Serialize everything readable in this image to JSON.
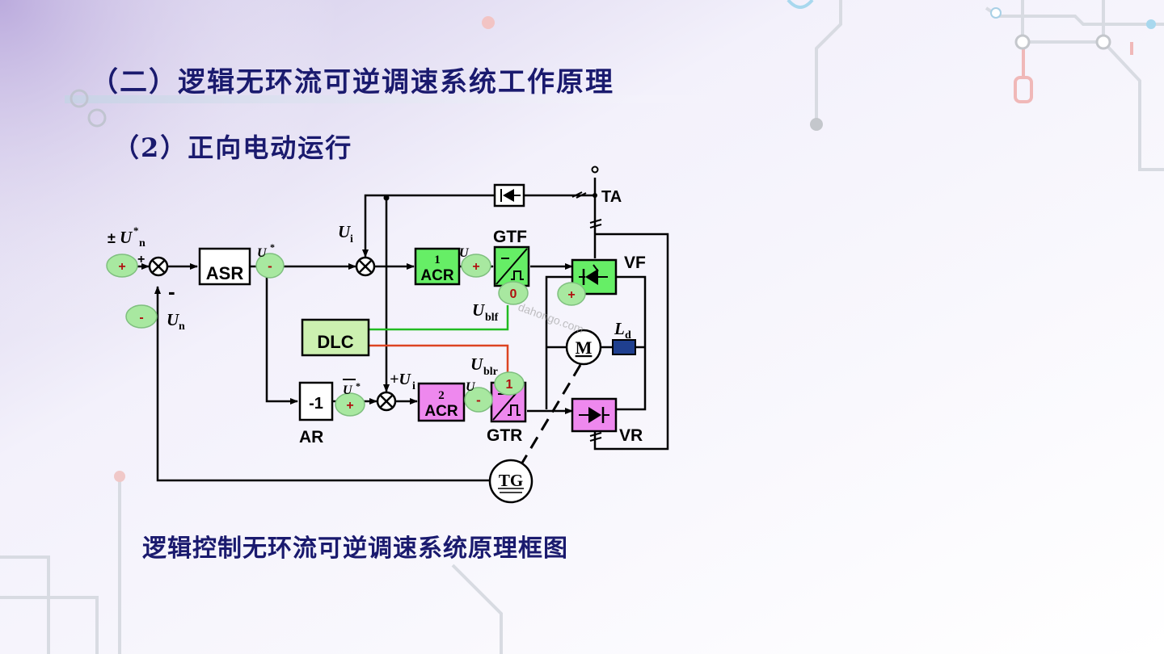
{
  "title": "（二）逻辑无环流可逆调速系统工作原理",
  "subtitle": "（2）正向电动运行",
  "caption": "逻辑控制无环流可逆调速系统原理框图",
  "watermark": "dahongo.com",
  "colors": {
    "title": "#1a1a6e",
    "green_fill": "#66ee66",
    "magenta_fill": "#ee88ee",
    "light_green_fill": "#ccf0b0",
    "badge_fill": "#a8e8a0",
    "ld_fill": "#1f3f8f",
    "green_wire": "#22bb22",
    "red_wire": "#dd4422"
  },
  "blocks": {
    "asr": "ASR",
    "acr1_num": "1",
    "acr1": "ACR",
    "acr2_num": "2",
    "acr2": "ACR",
    "dlc": "DLC",
    "ar": "-1",
    "motor": "M",
    "tg": "TG"
  },
  "labels": {
    "gtf": "GTF",
    "gtr": "GTR",
    "vf": "VF",
    "vr": "VR",
    "ta": "TA",
    "ar": "AR",
    "plus_minus": "±",
    "un": "U",
    "un_sub": "n",
    "u_star": "*",
    "ui": "U",
    "ui_sub": "i",
    "plus_ui": "+U",
    "ublf": "U",
    "ublf_sub": "blf",
    "ublr": "U",
    "ublr_sub": "blr",
    "ld": "L",
    "ld_sub": "d",
    "plus_sign": "+",
    "minus_sign": "-",
    "usi_frag": "U",
    "ugap_frag": "U"
  },
  "badges": {
    "ref": "+",
    "feedback": "-",
    "asr_out": "-",
    "acr1_out": "+",
    "gtf_state": "0",
    "vf_state": "+",
    "ar_out": "+",
    "acr2_out": "-",
    "gtr_state": "1"
  }
}
